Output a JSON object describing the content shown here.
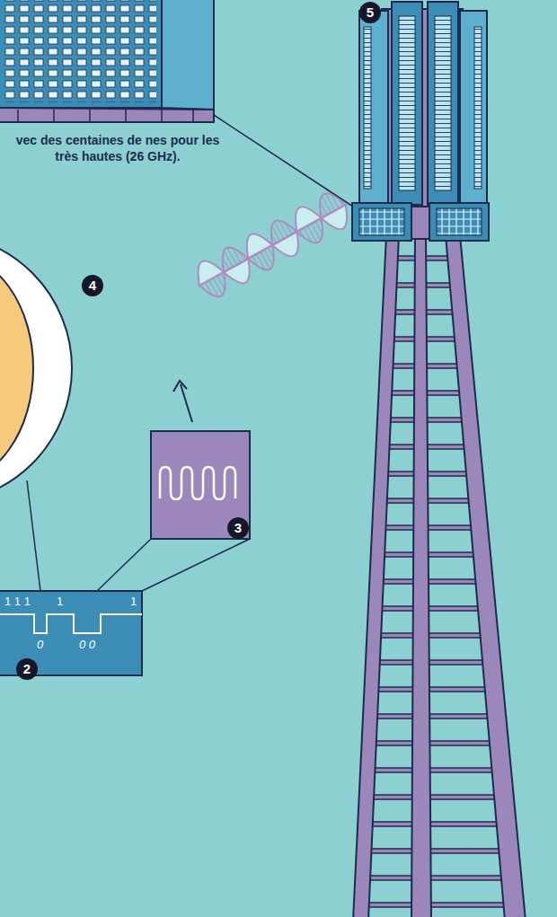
{
  "diagram": {
    "labels": [
      "vec des centaines de nes pour les très hautes (26 GHz).",
      "5",
      "4",
      "3",
      "1 1 1",
      "1",
      "1",
      "0",
      "0 0",
      "2"
    ]
  }
}
